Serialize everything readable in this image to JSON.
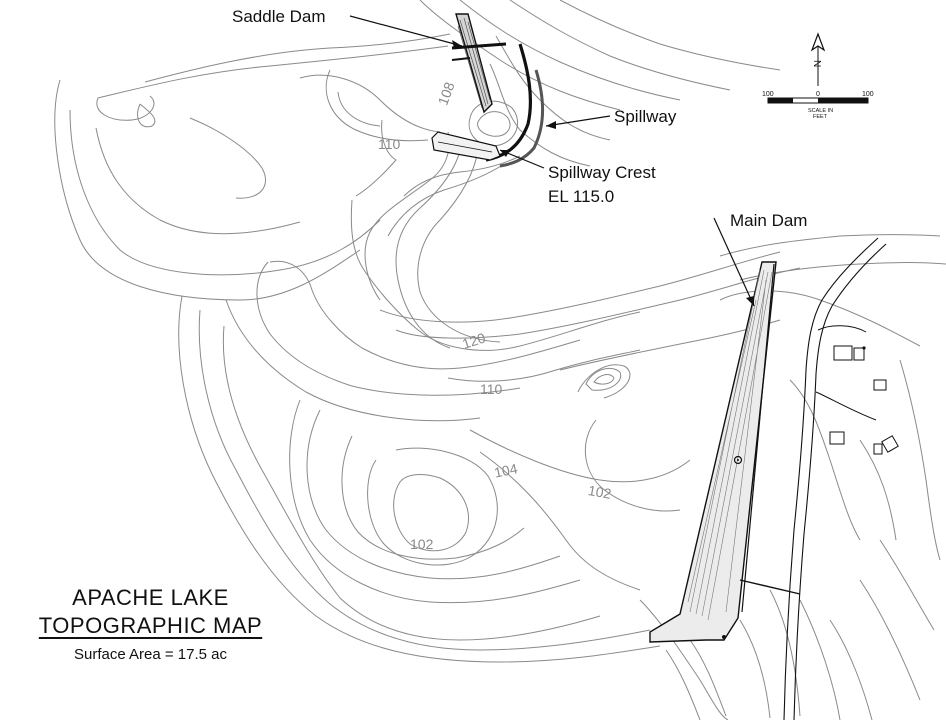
{
  "map": {
    "title": "APACHE LAKE",
    "subtitle": "TOPOGRAPHIC MAP",
    "surface_area": "Surface Area = 17.5 ac"
  },
  "features": {
    "saddle_dam": "Saddle Dam",
    "spillway": "Spillway",
    "spillway_crest": "Spillway Crest",
    "spillway_crest_elevation": "EL 115.0",
    "main_dam": "Main Dam"
  },
  "contour_labels": {
    "c108": "108",
    "c110_north": "110",
    "c120": "120",
    "c110_mid": "110",
    "c104": "104",
    "c102_east": "102",
    "c102_south": "102"
  },
  "scale_bar": {
    "left_value": "100",
    "center_value": "0",
    "right_value": "100",
    "caption_line1": "SCALE IN",
    "caption_line2": "FEET"
  },
  "north_arrow": {
    "letters": "N"
  },
  "colors": {
    "contour": "#8a8a8a",
    "ink": "#111111",
    "background": "#ffffff"
  }
}
